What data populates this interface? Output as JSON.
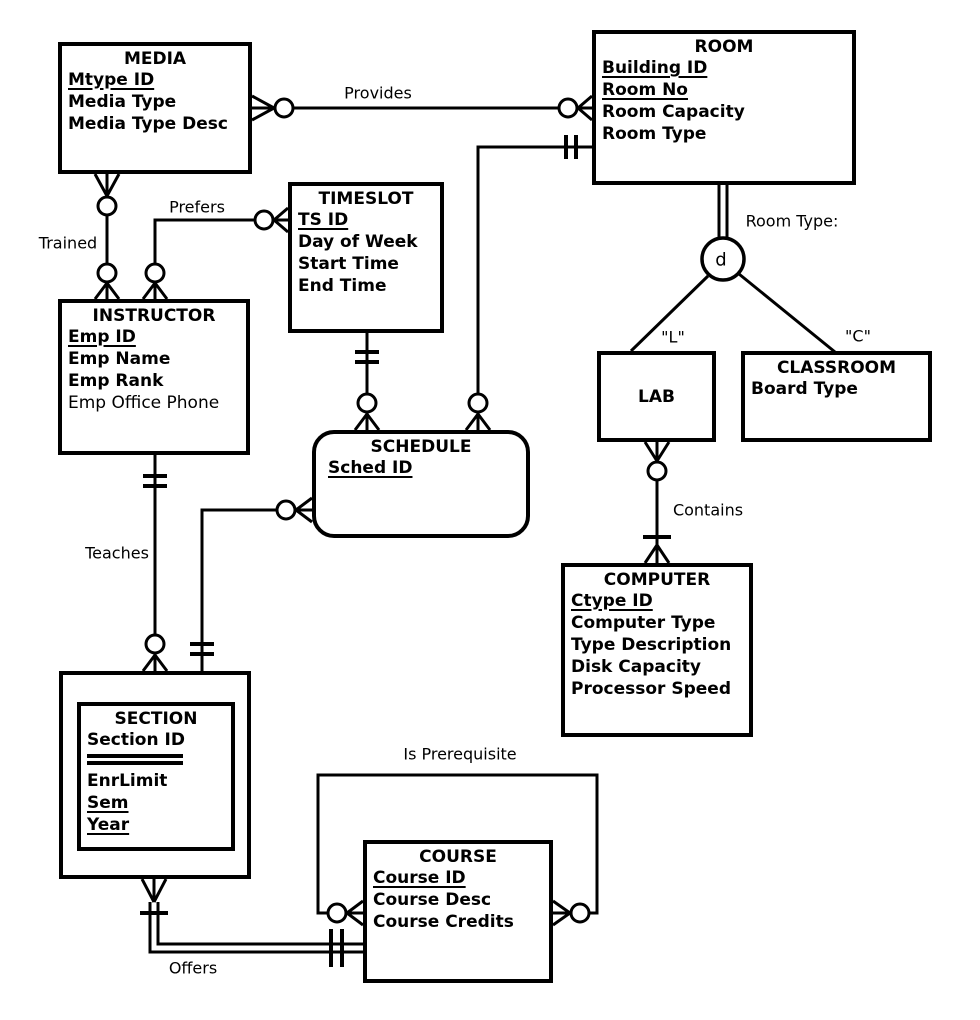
{
  "diagram": {
    "colors": {
      "line": "#000000",
      "background": "#ffffff"
    },
    "entities": {
      "media": {
        "title": "MEDIA",
        "attributes": [
          "Mtype ID",
          "Media Type",
          "Media Type Desc"
        ]
      },
      "room": {
        "title": "ROOM",
        "attributes": [
          "Building ID",
          "Room No",
          "Room Capacity",
          "Room Type"
        ]
      },
      "timeslot": {
        "title": "TIMESLOT",
        "attributes": [
          "TS ID",
          "Day of Week",
          "Start Time",
          "End Time"
        ]
      },
      "instructor": {
        "title": "INSTRUCTOR",
        "attributes": [
          "Emp ID",
          "Emp Name",
          "Emp Rank",
          "Emp Office Phone"
        ]
      },
      "schedule": {
        "title": "SCHEDULE",
        "attributes": [
          "Sched ID"
        ]
      },
      "lab": {
        "title": "LAB"
      },
      "classroom": {
        "title": "CLASSROOM",
        "attributes": [
          "Board Type"
        ]
      },
      "computer": {
        "title": "COMPUTER",
        "attributes": [
          "Ctype ID",
          "Computer Type",
          "Type Description",
          "Disk Capacity",
          "Processor Speed"
        ]
      },
      "section": {
        "title": "SECTION",
        "attributes": [
          "Section ID",
          "EnrLimit",
          "Sem",
          "Year"
        ]
      },
      "course": {
        "title": "COURSE",
        "attributes": [
          "Course ID",
          "Course Desc",
          "Course Credits"
        ]
      }
    },
    "relationships": {
      "provides": {
        "label": "Provides"
      },
      "trained": {
        "label": "Trained"
      },
      "prefers": {
        "label": "Prefers"
      },
      "teaches": {
        "label": "Teaches"
      },
      "contains": {
        "label": "Contains"
      },
      "offers": {
        "label": "Offers"
      },
      "is_prerequisite": {
        "label": "Is Prerequisite"
      },
      "room_type": {
        "label": "Room Type:"
      },
      "subtype_discriminator": {
        "label": "d"
      },
      "lab_code": {
        "label": "\"L\""
      },
      "classroom_code": {
        "label": "\"C\""
      }
    }
  }
}
